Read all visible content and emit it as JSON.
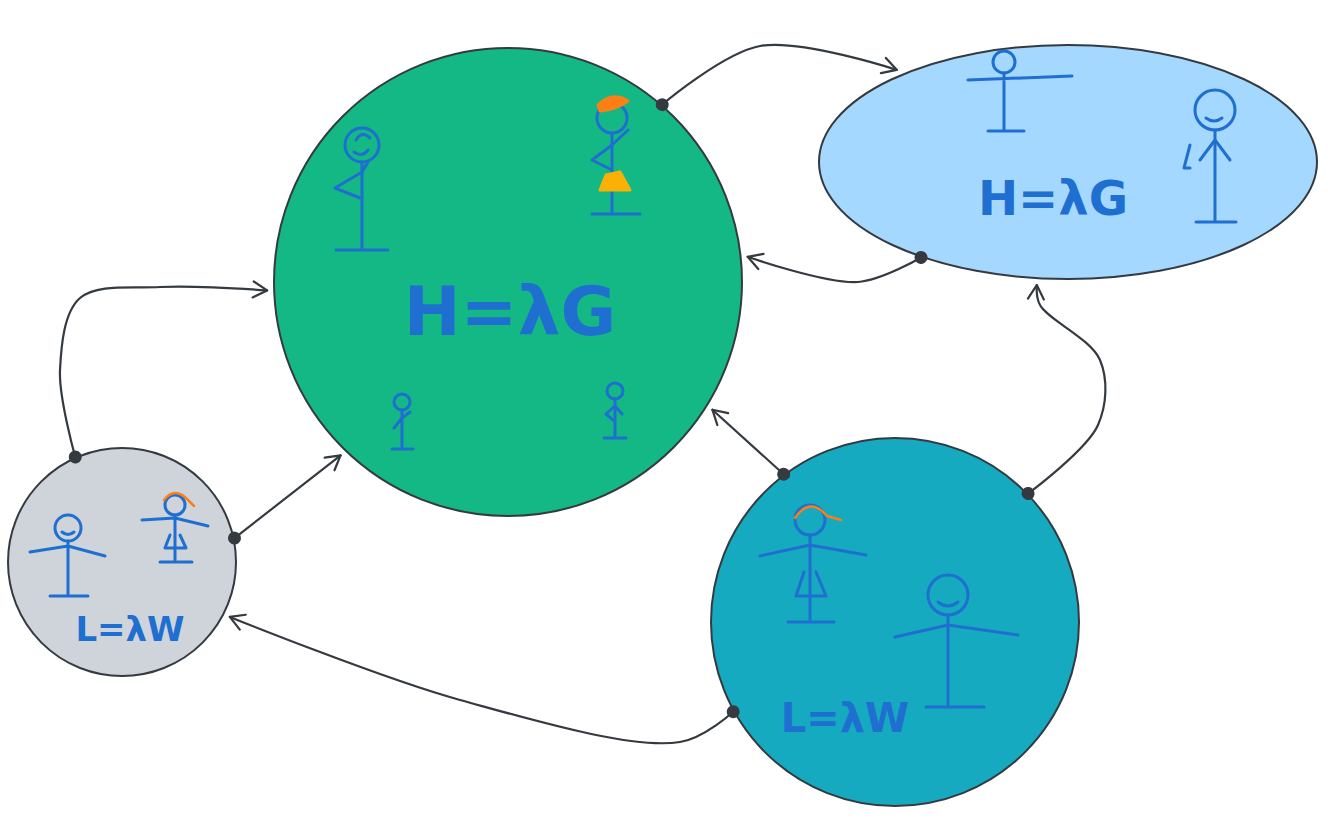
{
  "diagram": {
    "nodes": [
      {
        "text": [
          "H=λG"
        ]
      },
      {
        "text": [
          "H=λG"
        ]
      },
      {
        "text": [
          "L=λW"
        ]
      },
      {
        "text": [
          "L=λW"
        ]
      }
    ],
    "edges": [
      {
        "from": 0,
        "to": 1,
        "arrow": "to"
      },
      {
        "from": 1,
        "to": 0,
        "arrow": "to"
      },
      {
        "from": 2,
        "to": 0,
        "arrow": "to"
      },
      {
        "from": 2,
        "to": 0,
        "arrow": "to"
      },
      {
        "from": 3,
        "to": 0,
        "arrow": "to"
      },
      {
        "from": 3,
        "to": 1,
        "arrow": "to"
      },
      {
        "from": 3,
        "to": 2,
        "arrow": "to"
      }
    ]
  }
}
